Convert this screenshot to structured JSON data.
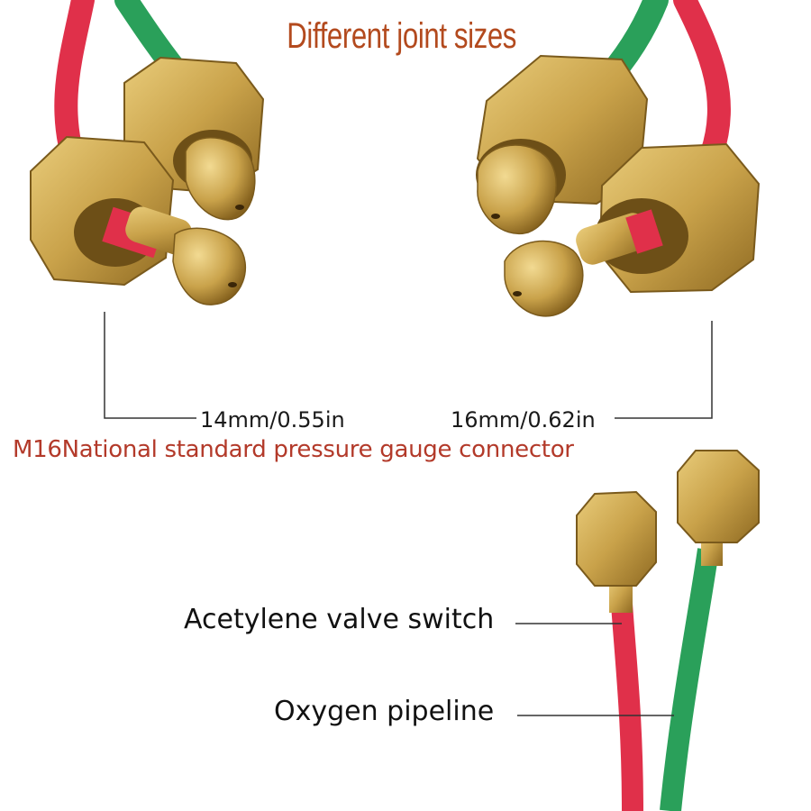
{
  "heading": {
    "title": "Different joint sizes"
  },
  "dimensions": {
    "small": "14mm/0.55in",
    "large": "16mm/0.62in"
  },
  "connector_note": "M16National standard pressure gauge connector",
  "callouts": {
    "acetylene": "Acetylene valve switch",
    "oxygen": "Oxygen pipeline"
  },
  "colors": {
    "title": "#b34a1e",
    "note": "#b33a2a",
    "brass": "#c9a24a",
    "red_hose": "#e0304a",
    "green_hose": "#2aa05a"
  }
}
